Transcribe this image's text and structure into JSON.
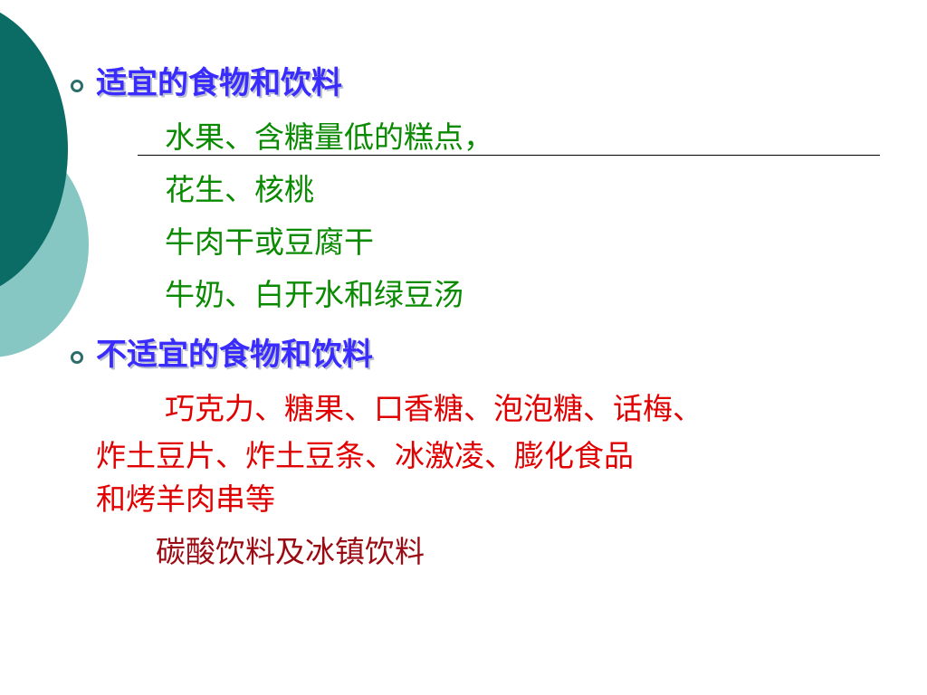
{
  "sections": {
    "suitable": {
      "heading": "适宜的食物和饮料",
      "items": [
        "水果、含糖量低的糕点，",
        "花生、核桃",
        "牛肉干或豆腐干",
        "牛奶、白开水和绿豆汤"
      ]
    },
    "unsuitable": {
      "heading": "不适宜的食物和饮料",
      "paragraph_lines": [
        "巧克力、糖果、口香糖、泡泡糖、话梅、",
        "炸土豆片、炸土豆条、冰激凌、膨化食品",
        "和烤羊肉串等"
      ],
      "drinks": "碳酸饮料及冰镇饮料"
    }
  },
  "colors": {
    "heading": "#3a2bff",
    "suitable_text": "#0a8a00",
    "unsuitable_text": "#e10000",
    "drinks_text": "#9b0a12",
    "accent_dark": "#0b6b65",
    "accent_light": "#86c7c3"
  }
}
